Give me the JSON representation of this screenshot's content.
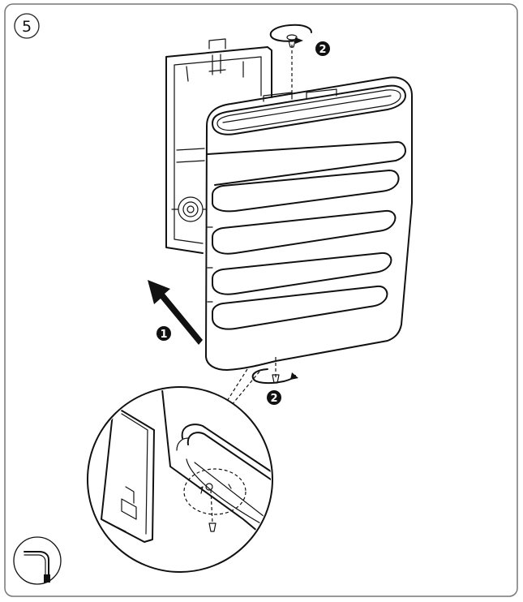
{
  "step": {
    "number": "5"
  },
  "callouts": {
    "push_arrow": "1",
    "screw_top": "2",
    "screw_bottom": "2"
  },
  "icons": {
    "tool": "hex-key-icon"
  }
}
